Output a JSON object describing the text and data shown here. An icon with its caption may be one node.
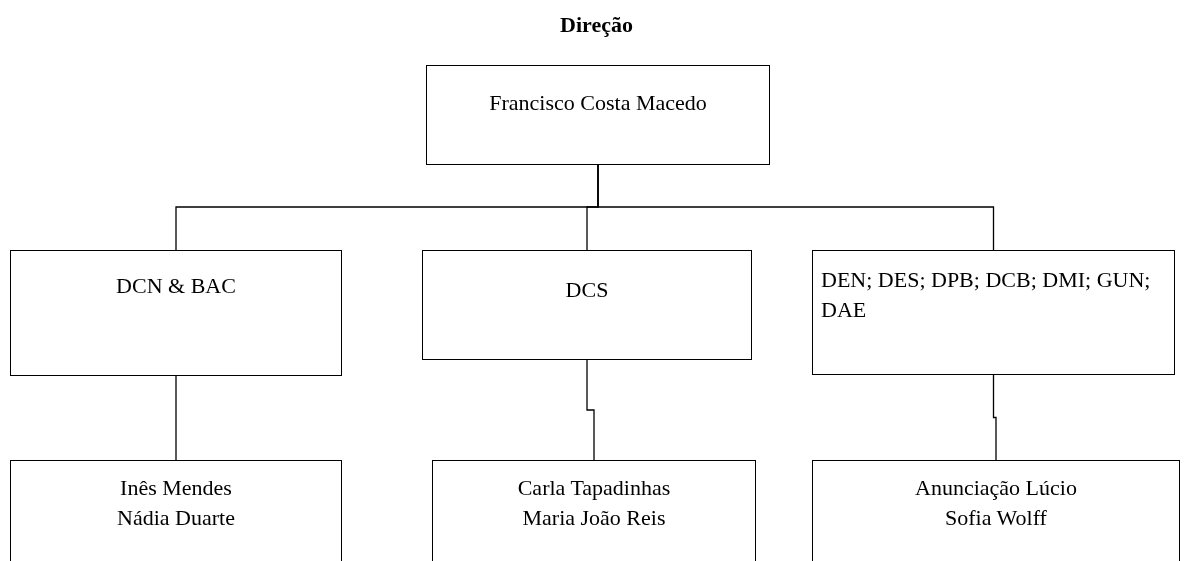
{
  "diagram": {
    "title": "Direção",
    "nodes": [
      {
        "text": [
          "Francisco Costa Macedo"
        ]
      },
      {
        "text": [
          "DCN & BAC"
        ]
      },
      {
        "text": [
          "DCS"
        ]
      },
      {
        "text": [
          "DEN; DES; DPB; DCB; DMI; GUN; DAE"
        ]
      },
      {
        "text": [
          "Inês Mendes",
          "Nádia Duarte"
        ]
      },
      {
        "text": [
          "Carla Tapadinhas",
          "Maria João Reis"
        ]
      },
      {
        "text": [
          "Anunciação Lúcio",
          "Sofia Wolff"
        ]
      }
    ],
    "edges": [
      {
        "from": 0,
        "to": 1,
        "arrow": "none"
      },
      {
        "from": 0,
        "to": 2,
        "arrow": "none"
      },
      {
        "from": 0,
        "to": 3,
        "arrow": "none"
      },
      {
        "from": 1,
        "to": 4,
        "arrow": "none"
      },
      {
        "from": 2,
        "to": 5,
        "arrow": "none"
      },
      {
        "from": 3,
        "to": 6,
        "arrow": "none"
      }
    ]
  }
}
